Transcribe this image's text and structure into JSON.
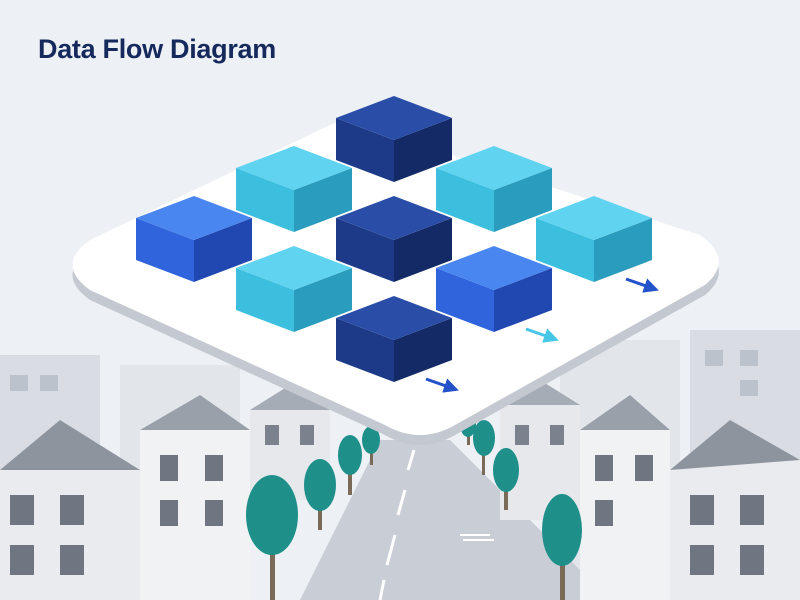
{
  "title": "Data Flow Diagram",
  "colors": {
    "background": "#edf0f4",
    "title": "#15295c",
    "navy": "#1c3a87",
    "blue": "#2f64dc",
    "cyan": "#3cbede",
    "connector_navy": "#2352c9",
    "connector_cyan": "#45c6e6",
    "tree": "#1f8f8a",
    "platform": "#ffffff"
  },
  "diagram": {
    "blocks": [
      {
        "id": "b1",
        "color": "navy"
      },
      {
        "id": "b2",
        "color": "cyan"
      },
      {
        "id": "b3",
        "color": "cyan"
      },
      {
        "id": "b4",
        "color": "blue"
      },
      {
        "id": "b5",
        "color": "navy"
      },
      {
        "id": "b6",
        "color": "cyan"
      },
      {
        "id": "b7",
        "color": "cyan"
      },
      {
        "id": "b8",
        "color": "blue"
      },
      {
        "id": "b9",
        "color": "navy"
      }
    ],
    "connections": [
      {
        "from": "b2",
        "to": "b1"
      },
      {
        "from": "b1",
        "to": "b3"
      },
      {
        "from": "b4",
        "to": "b2"
      },
      {
        "from": "b2",
        "to": "b5"
      },
      {
        "from": "b5",
        "to": "b3"
      },
      {
        "from": "b3",
        "to": "b6"
      },
      {
        "from": "b4",
        "to": "b7"
      },
      {
        "from": "b7",
        "to": "b5"
      },
      {
        "from": "b5",
        "to": "b8"
      },
      {
        "from": "b8",
        "to": "b6"
      },
      {
        "from": "b7",
        "to": "b9"
      },
      {
        "from": "b9",
        "to": "b8"
      }
    ],
    "outputs": [
      "b6",
      "b8",
      "b9"
    ]
  }
}
